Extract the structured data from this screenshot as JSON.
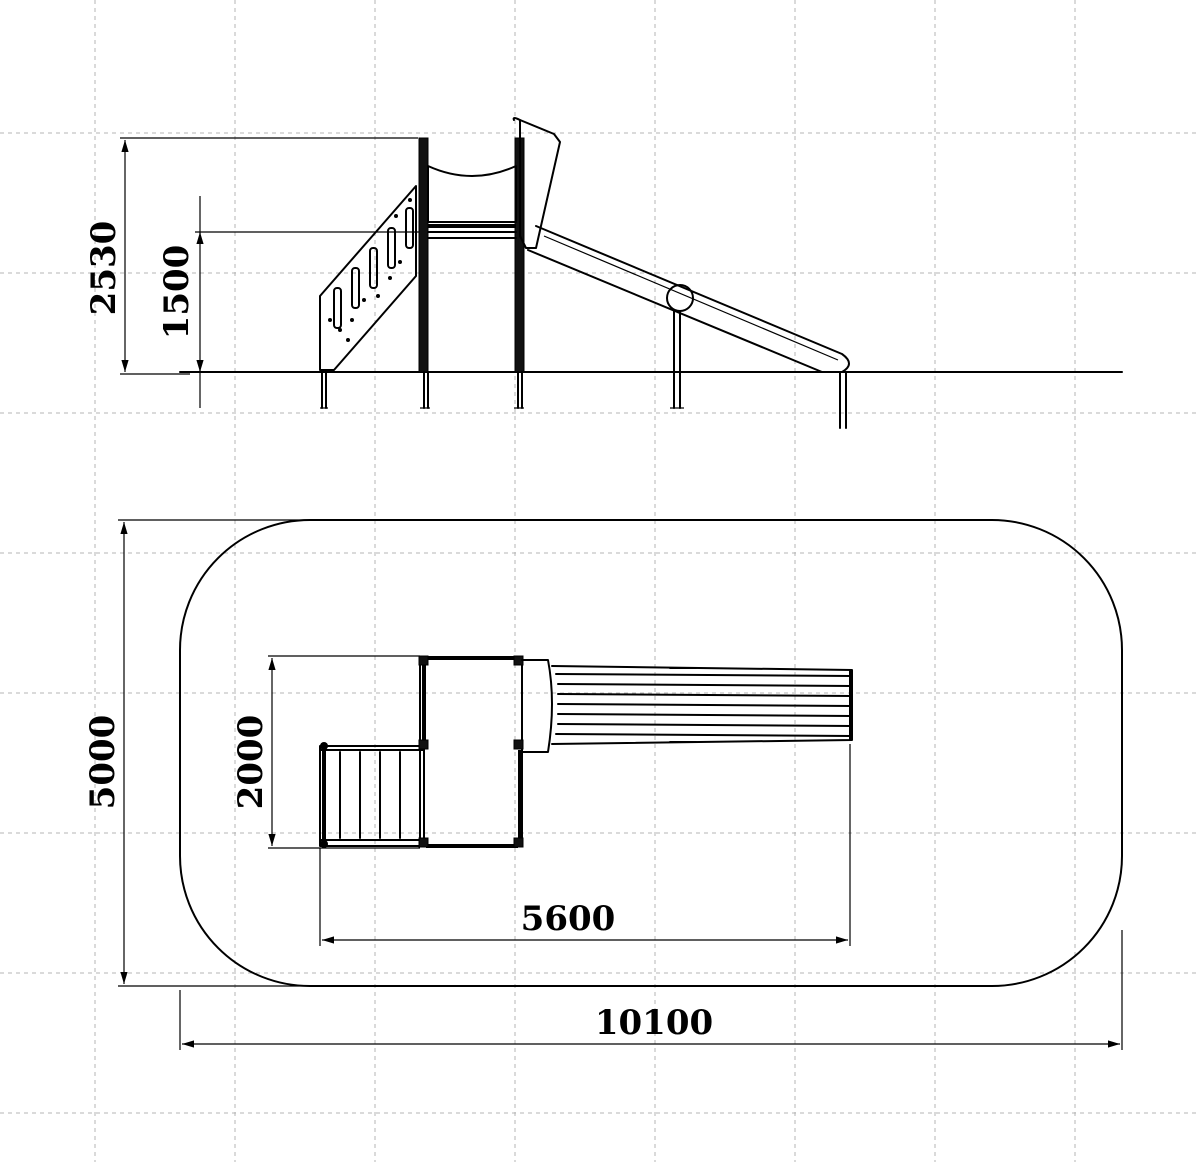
{
  "dimensions": {
    "overall_height": "2530",
    "platform_height": "1500",
    "zone_width": "5000",
    "equipment_depth": "2000",
    "equipment_length": "5600",
    "zone_length": "10100"
  }
}
